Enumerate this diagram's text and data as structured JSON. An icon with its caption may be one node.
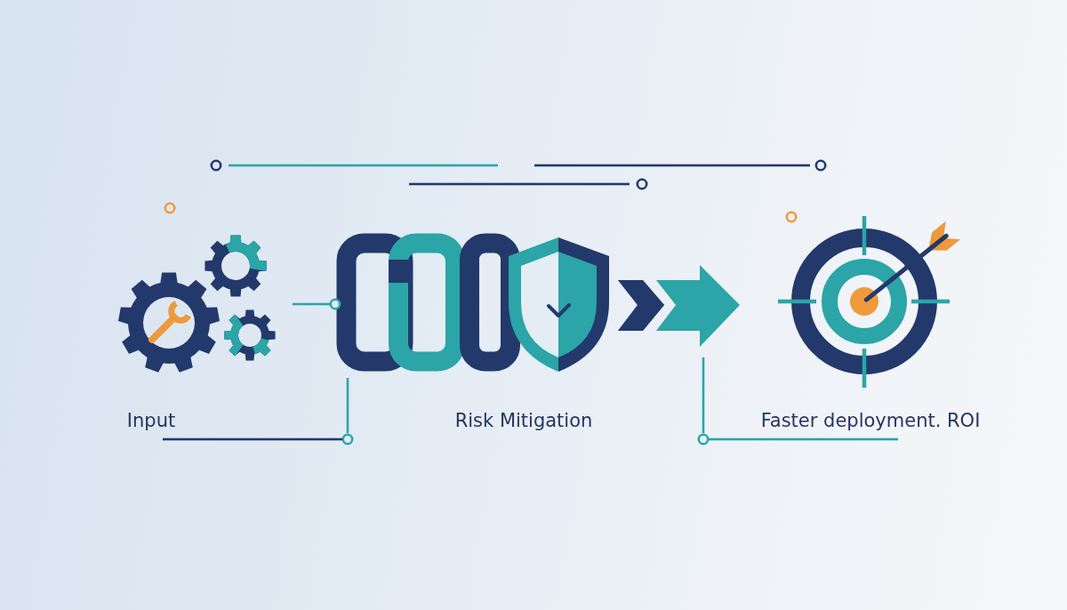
{
  "diagram": {
    "nodes": [
      {
        "text": [],
        "shape": "picture",
        "beside": [
          "Input"
        ]
      },
      {
        "text": [],
        "shape": "picture",
        "beside": [
          "Risk Mitigation"
        ]
      },
      {
        "text": [],
        "shape": "picture",
        "beside": [
          "Faster deployment. ROI"
        ]
      }
    ],
    "edges": [
      {
        "from": 0,
        "to": 1,
        "arrow": "other"
      },
      {
        "from": 1,
        "to": 2,
        "arrow": "to",
        "style": "thick"
      }
    ]
  }
}
